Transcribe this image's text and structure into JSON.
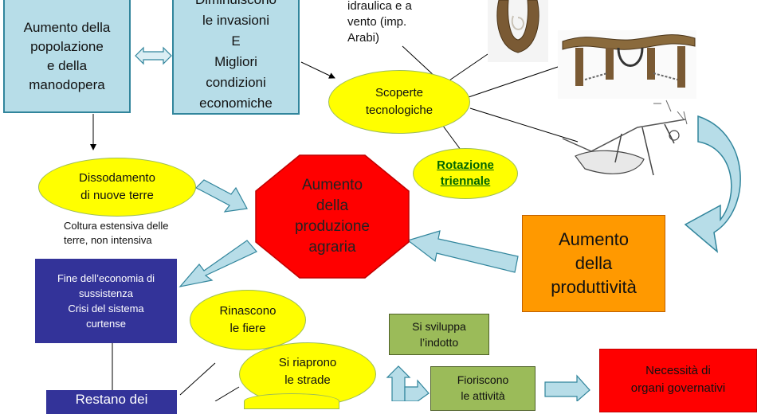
{
  "boxes": {
    "population": [
      "Aumento della",
      "popolazione",
      "e della",
      "manodopera"
    ],
    "invasions": [
      "Diminuiscono",
      "le invasioni",
      "E",
      "Migliori",
      "condizioni",
      "economiche"
    ],
    "productivity": [
      "Aumento",
      "della",
      "produttività"
    ],
    "subsistence": [
      "Fine dell’economia di",
      "sussistenza",
      "Crisi del sistema",
      "curtense"
    ],
    "restano": "Restano dei",
    "indotto": [
      "Si sviluppa",
      "l’indotto"
    ],
    "attivita": [
      "Fioriscono",
      "le attività"
    ],
    "organi": [
      "Necessità di",
      "organi governativi"
    ]
  },
  "ellipses": {
    "scoperte": [
      "Scoperte",
      "tecnologiche"
    ],
    "rotazione": [
      "Rotazione",
      "triennale"
    ],
    "dissodamento": [
      "Dissodamento",
      "di nuove terre"
    ],
    "fiere": [
      "Rinascono",
      "le fiere"
    ],
    "strade": [
      "Si riaprono",
      "le strade"
    ]
  },
  "octagon": [
    "Aumento",
    "della",
    "produzione",
    "agraria"
  ],
  "notes": {
    "mills": [
      "idraulica e a",
      "vento (imp.",
      "Arabi)"
    ],
    "coltura": [
      "Coltura estensiva delle",
      "terre, non intensiva"
    ]
  },
  "colors": {
    "teal_fill": "#b7dde8",
    "yellow": "#ffff00",
    "red": "#ff0000",
    "orange": "#ff9900",
    "navy": "#333399",
    "green": "#9bbb59",
    "link": "#006600"
  },
  "icons": [
    "horseshoe-image",
    "yoke-image",
    "plough-image"
  ]
}
